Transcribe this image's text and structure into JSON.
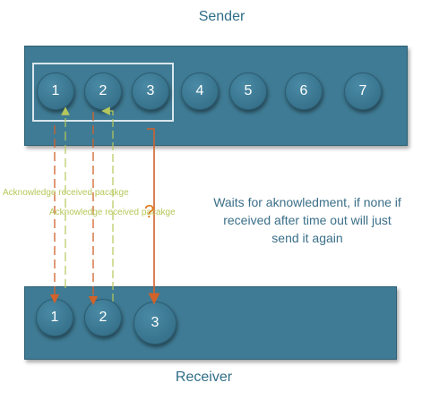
{
  "sender": {
    "title": "Sender",
    "packets": [
      "1",
      "2",
      "3",
      "4",
      "5",
      "6",
      "7"
    ]
  },
  "receiver": {
    "title": "Receiver",
    "packets": [
      "1",
      "2",
      "3"
    ]
  },
  "ack_labels": [
    "Acknowledge received pacakge",
    "Acknowledge received pacakge"
  ],
  "lost_marker": "?",
  "note": "Waits for aknowledment, if none if received after time out will just send it again",
  "colors": {
    "bar": "#3f7b94",
    "circle": "#3a7690",
    "send_arrow": "#d0622a",
    "ack_arrow": "#b6c85b",
    "note_text": "#3b6f89",
    "title_text": "#2f6d88"
  }
}
